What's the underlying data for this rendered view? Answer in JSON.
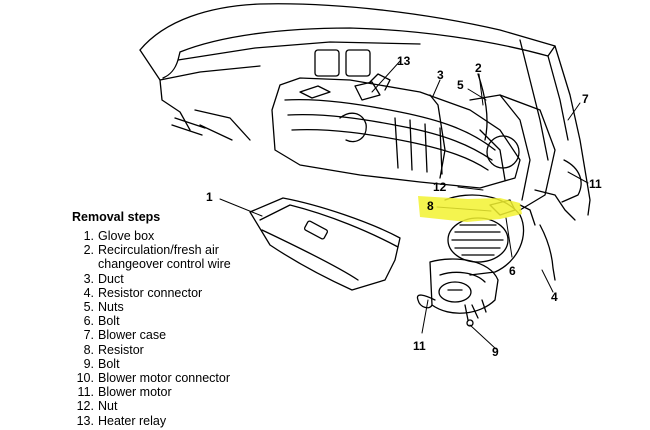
{
  "callouts": [
    "13",
    "3",
    "2",
    "5",
    "7",
    "1",
    "12",
    "8",
    "6",
    "4",
    "11",
    "11",
    "9"
  ],
  "highlight_color": "#f2f230",
  "removal_steps": {
    "heading": "Removal steps",
    "steps": [
      {
        "num": "1.",
        "text": "Glove box"
      },
      {
        "num": "2.",
        "text": "Recirculation/fresh air\nchangeover control wire"
      },
      {
        "num": "3.",
        "text": "Duct"
      },
      {
        "num": "4.",
        "text": "Resistor connector"
      },
      {
        "num": "5.",
        "text": "Nuts"
      },
      {
        "num": "6.",
        "text": "Bolt"
      },
      {
        "num": "7.",
        "text": "Blower case"
      },
      {
        "num": "8.",
        "text": "Resistor"
      },
      {
        "num": "9.",
        "text": "Bolt"
      },
      {
        "num": "10.",
        "text": "Blower motor connector"
      },
      {
        "num": "11.",
        "text": "Blower motor"
      },
      {
        "num": "12.",
        "text": "Nut"
      },
      {
        "num": "13.",
        "text": "Heater relay"
      }
    ]
  }
}
